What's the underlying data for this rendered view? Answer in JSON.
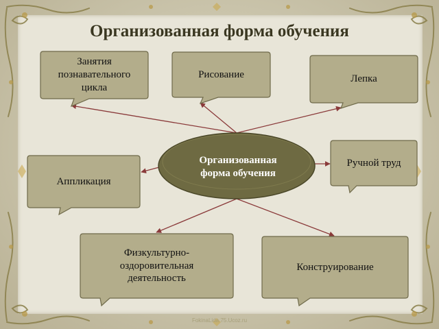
{
  "slide": {
    "title": "Организованная форма обучения",
    "watermark": "FokinaLida.75.Ucoz.ru"
  },
  "diagram": {
    "center": {
      "label_line1": "Организованная",
      "label_line2": "форма обучения"
    },
    "nodes": [
      {
        "id": "zanyatiya",
        "lines": [
          "Занятия",
          "познавательного",
          "цикла"
        ]
      },
      {
        "id": "risovanie",
        "lines": [
          "Рисование"
        ]
      },
      {
        "id": "lepka",
        "lines": [
          "Лепка"
        ]
      },
      {
        "id": "applikatsiya",
        "lines": [
          "Аппликация"
        ]
      },
      {
        "id": "ruchnoy-trud",
        "lines": [
          "Ручной труд"
        ]
      },
      {
        "id": "fizkultura",
        "lines": [
          "Физкультурно-",
          "оздоровительная",
          "деятельность"
        ]
      },
      {
        "id": "konstruirovanie",
        "lines": [
          "Конструирование"
        ]
      }
    ],
    "colors": {
      "node_fill": "#b3ad8b",
      "node_stroke": "#6f6a4a",
      "center_fill": "#6e6a42",
      "center_stroke": "#4a4728",
      "arrow": "#8a3a3a"
    }
  }
}
